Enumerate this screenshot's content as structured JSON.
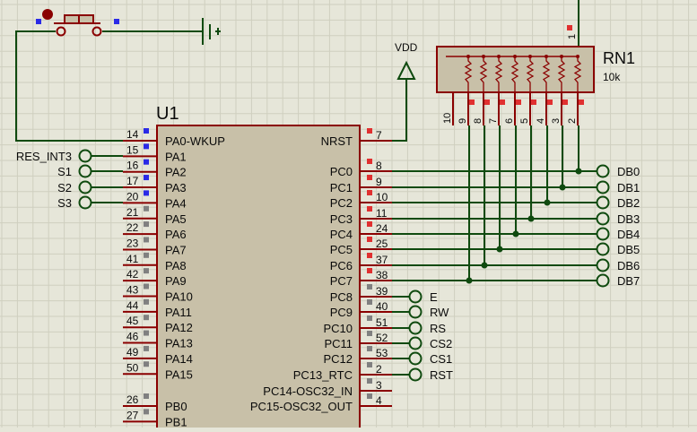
{
  "colors": {
    "background": "#e6e6d9",
    "grid": "#cfcfbf",
    "wire": "#0f4a0f",
    "component_outline": "#8a0000",
    "component_fill": "#c8c0a8",
    "pin_number_text": "#000000",
    "pin_marker_red": "#e03030",
    "pin_marker_blue": "#2a2ae6",
    "pin_marker_gray": "#808080"
  },
  "schematic": {
    "mcu": {
      "ref": "U1",
      "left_pins": [
        {
          "num": "14",
          "name": "PA0-WKUP",
          "marker": "blue"
        },
        {
          "num": "15",
          "name": "PA1",
          "marker": "blue"
        },
        {
          "num": "16",
          "name": "PA2",
          "marker": "blue"
        },
        {
          "num": "17",
          "name": "PA3",
          "marker": "blue"
        },
        {
          "num": "20",
          "name": "PA4",
          "marker": "blue"
        },
        {
          "num": "21",
          "name": "PA5",
          "marker": "gray"
        },
        {
          "num": "22",
          "name": "PA6",
          "marker": "gray"
        },
        {
          "num": "23",
          "name": "PA7",
          "marker": "gray"
        },
        {
          "num": "41",
          "name": "PA8",
          "marker": "gray"
        },
        {
          "num": "42",
          "name": "PA9",
          "marker": "gray"
        },
        {
          "num": "43",
          "name": "PA10",
          "marker": "gray"
        },
        {
          "num": "44",
          "name": "PA11",
          "marker": "gray"
        },
        {
          "num": "45",
          "name": "PA12",
          "marker": "gray"
        },
        {
          "num": "46",
          "name": "PA13",
          "marker": "gray"
        },
        {
          "num": "49",
          "name": "PA14",
          "marker": "gray"
        },
        {
          "num": "50",
          "name": "PA15",
          "marker": "gray"
        },
        {
          "num": "26",
          "name": "PB0",
          "marker": "gray"
        },
        {
          "num": "27",
          "name": "PB1",
          "marker": "gray"
        }
      ],
      "right_pins": [
        {
          "num": "7",
          "name": "NRST",
          "marker": "red"
        },
        {
          "num": "8",
          "name": "PC0",
          "marker": "red"
        },
        {
          "num": "9",
          "name": "PC1",
          "marker": "red"
        },
        {
          "num": "10",
          "name": "PC2",
          "marker": "red"
        },
        {
          "num": "11",
          "name": "PC3",
          "marker": "red"
        },
        {
          "num": "24",
          "name": "PC4",
          "marker": "red"
        },
        {
          "num": "25",
          "name": "PC5",
          "marker": "red"
        },
        {
          "num": "37",
          "name": "PC6",
          "marker": "red"
        },
        {
          "num": "38",
          "name": "PC7",
          "marker": "red"
        },
        {
          "num": "39",
          "name": "PC8",
          "marker": "gray"
        },
        {
          "num": "40",
          "name": "PC9",
          "marker": "gray"
        },
        {
          "num": "51",
          "name": "PC10",
          "marker": "gray"
        },
        {
          "num": "52",
          "name": "PC11",
          "marker": "gray"
        },
        {
          "num": "53",
          "name": "PC12",
          "marker": "gray"
        },
        {
          "num": "2",
          "name": "PC13_RTC",
          "marker": "gray"
        },
        {
          "num": "3",
          "name": "PC14-OSC32_IN",
          "marker": "gray"
        },
        {
          "num": "4",
          "name": "PC15-OSC32_OUT",
          "marker": "gray"
        }
      ]
    },
    "left_terminals": [
      "RES_INT3",
      "S1",
      "S2",
      "S3"
    ],
    "db_terminals": [
      "DB0",
      "DB1",
      "DB2",
      "DB3",
      "DB4",
      "DB5",
      "DB6",
      "DB7"
    ],
    "ctrl_terminals": [
      "E",
      "RW",
      "RS",
      "CS2",
      "CS1",
      "RST"
    ],
    "rn1": {
      "ref": "RN1",
      "value": "10k",
      "top_pin": "1",
      "bottom_pins": [
        "10",
        "9",
        "8",
        "7",
        "6",
        "5",
        "4",
        "3",
        "2"
      ]
    },
    "vdd_label": "VDD"
  }
}
